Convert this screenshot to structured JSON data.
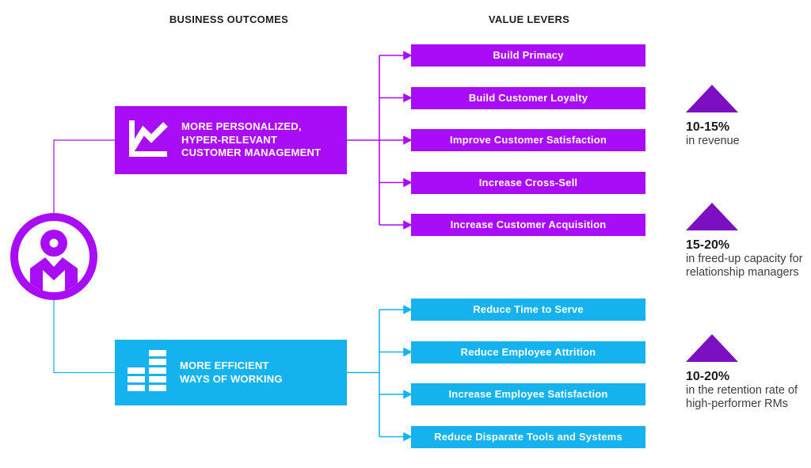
{
  "headers": {
    "business_outcomes": "BUSINESS OUTCOMES",
    "value_levers": "VALUE LEVERS"
  },
  "persona": {
    "icon": "customer-person-icon"
  },
  "outcomes": [
    {
      "id": "customer-management",
      "icon": "line-chart-icon",
      "lines": [
        "MORE PERSONALIZED,",
        "HYPER-RELEVANT",
        "CUSTOMER MANAGEMENT"
      ],
      "color": "#a90df8"
    },
    {
      "id": "ways-of-working",
      "icon": "equalizer-bars-icon",
      "lines": [
        "MORE EFFICIENT",
        "WAYS OF WORKING"
      ],
      "color": "#15b2f0"
    }
  ],
  "levers": {
    "purple": [
      "Build Primacy",
      "Build Customer Loyalty",
      "Improve Customer Satisfaction",
      "Increase Cross-Sell",
      "Increase Customer Acquisition"
    ],
    "cyan": [
      "Reduce Time to Serve",
      "Reduce Employee Attrition",
      "Increase Employee Satisfaction",
      "Reduce Disparate Tools and Systems"
    ]
  },
  "metrics": [
    {
      "value": "10-15%",
      "description_lines": [
        "in revenue"
      ]
    },
    {
      "value": "15-20%",
      "description_lines": [
        "in freed-up capacity for",
        "relationship managers"
      ]
    },
    {
      "value": "10-20%",
      "description_lines": [
        "in the retention rate of",
        "high-performer RMs"
      ]
    }
  ],
  "colors": {
    "purple": "#a90df8",
    "dark_purple": "#7d0fc2",
    "cyan": "#15b2f0",
    "text_dark": "#1c1c1c",
    "text_gray": "#3d3d3d"
  }
}
